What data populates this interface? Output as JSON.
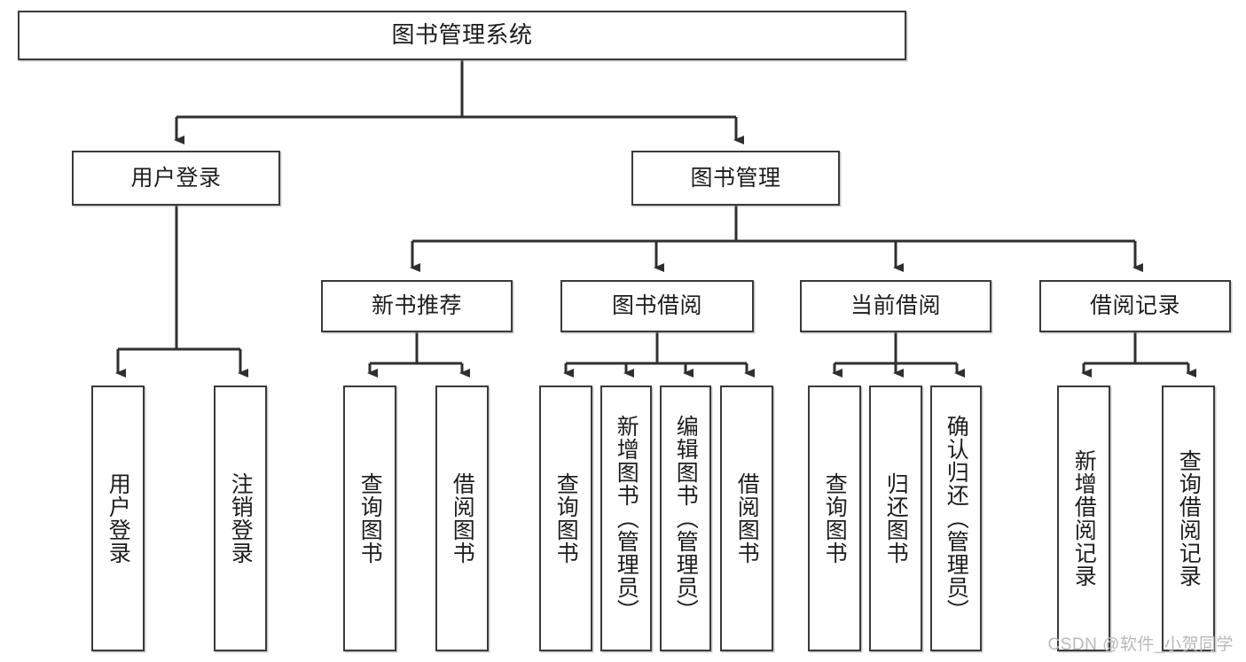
{
  "diagram": {
    "title": "图书管理系统",
    "type": "hierarchy-tree",
    "colors": {
      "border": "#3a3a3a",
      "background": "#ffffff",
      "text": "#1d1d1d",
      "watermark": "#b9b9b9"
    },
    "root": {
      "id": "root",
      "label": "图书管理系统"
    },
    "level2": [
      {
        "id": "user-login",
        "label": "用户登录"
      },
      {
        "id": "book-management",
        "label": "图书管理"
      }
    ],
    "level3": [
      {
        "id": "new-book-recommend",
        "label": "新书推荐"
      },
      {
        "id": "book-borrow",
        "label": "图书借阅"
      },
      {
        "id": "current-borrow",
        "label": "当前借阅"
      },
      {
        "id": "borrow-record",
        "label": "借阅记录"
      }
    ],
    "leaves": [
      {
        "id": "leaf-user-login",
        "label": "用户登录",
        "parent": "user-login"
      },
      {
        "id": "leaf-logout-login",
        "label": "注销登录",
        "parent": "user-login"
      },
      {
        "id": "leaf-query-book-1",
        "label": "查询图书",
        "parent": "new-book-recommend"
      },
      {
        "id": "leaf-borrow-book-1",
        "label": "借阅图书",
        "parent": "new-book-recommend"
      },
      {
        "id": "leaf-query-book-2",
        "label": "查询图书",
        "parent": "book-borrow"
      },
      {
        "id": "leaf-add-book",
        "label": "新增图书（管理员）",
        "parent": "book-borrow"
      },
      {
        "id": "leaf-edit-book",
        "label": "编辑图书（管理员）",
        "parent": "book-borrow"
      },
      {
        "id": "leaf-borrow-book-2",
        "label": "借阅图书",
        "parent": "book-borrow"
      },
      {
        "id": "leaf-query-book-3",
        "label": "查询图书",
        "parent": "current-borrow"
      },
      {
        "id": "leaf-return-book",
        "label": "归还图书",
        "parent": "current-borrow"
      },
      {
        "id": "leaf-confirm-return",
        "label": "确认归还（管理员）",
        "parent": "current-borrow"
      },
      {
        "id": "leaf-add-record",
        "label": "新增借阅记录",
        "parent": "borrow-record"
      },
      {
        "id": "leaf-query-record",
        "label": "查询借阅记录",
        "parent": "borrow-record"
      }
    ],
    "watermark": "CSDN @软件_小贺同学"
  }
}
